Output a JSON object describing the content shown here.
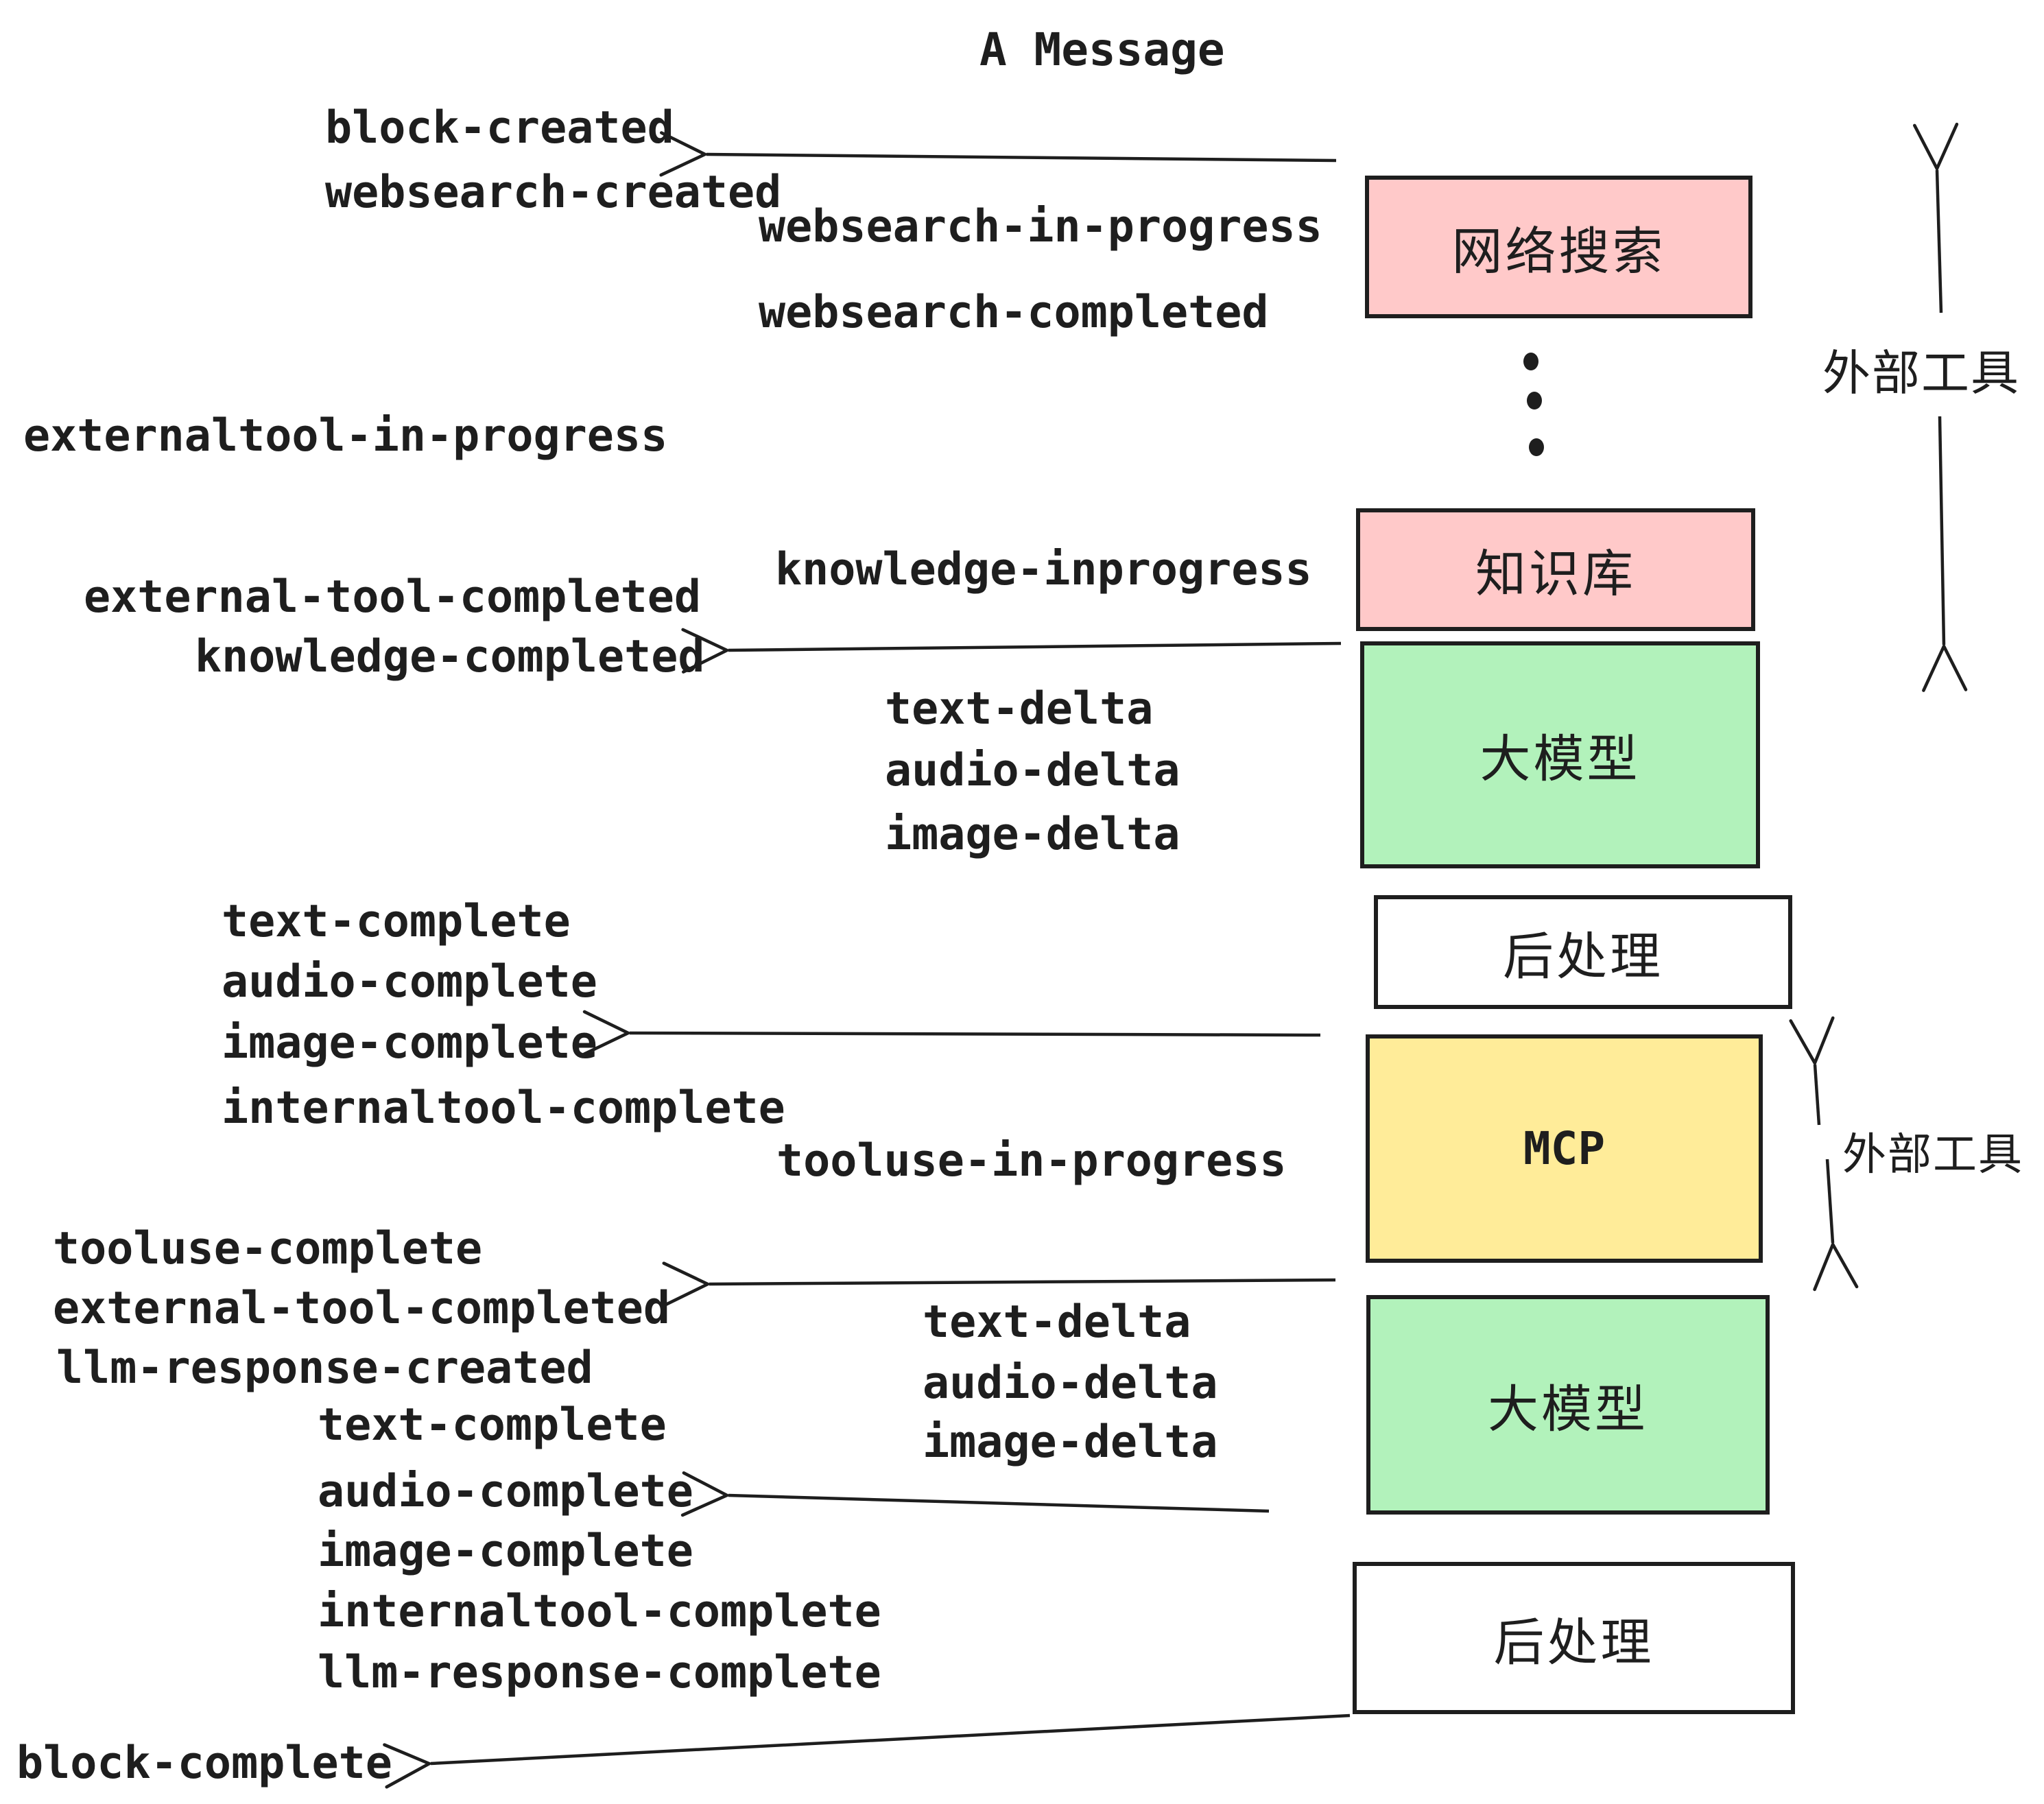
{
  "title": "A Message",
  "colors": {
    "pink": "#ffc9c9",
    "green": "#b2f2bb",
    "yellow": "#ffec99",
    "white": "#ffffff",
    "stroke": "#1e1e1e",
    "bg": "#ffffff"
  },
  "boxes": {
    "websearch": {
      "label": "网络搜索"
    },
    "knowledge": {
      "label": "知识库"
    },
    "llm_top": {
      "label": "大模型"
    },
    "post_top": {
      "label": "后处理"
    },
    "mcp": {
      "label": "MCP"
    },
    "llm_bottom": {
      "label": "大模型"
    },
    "post_bottom": {
      "label": "后处理"
    }
  },
  "annotations": {
    "external_tools_top": "外部工具",
    "external_tools_mcp": "外部工具"
  },
  "events": {
    "block_created": "block-created",
    "websearch_created": "websearch-created",
    "websearch_in_progress": "websearch-in-progress",
    "websearch_completed": "websearch-completed",
    "externaltool_in_progress": "externaltool-in-progress",
    "knowledge_inprogress": "knowledge-inprogress",
    "external_tool_completed_1": "external-tool-completed",
    "knowledge_completed": "knowledge-completed",
    "text_delta_1": "text-delta",
    "audio_delta_1": "audio-delta",
    "image_delta_1": "image-delta",
    "text_complete_1": "text-complete",
    "audio_complete_1": "audio-complete",
    "image_complete_1": "image-complete",
    "internaltool_complete_1": "internaltool-complete",
    "tooluse_in_progress": "tooluse-in-progress",
    "tooluse_complete": "tooluse-complete",
    "external_tool_completed_2": "external-tool-completed",
    "llm_response_created": "llm-response-created",
    "text_complete_2": "text-complete",
    "audio_complete_2": "audio-complete",
    "image_complete_2": "image-complete",
    "internaltool_complete_2": "internaltool-complete",
    "llm_response_complete": "llm-response-complete",
    "text_delta_2": "text-delta",
    "audio_delta_2": "audio-delta",
    "image_delta_2": "image-delta",
    "block_complete": "block-complete"
  }
}
